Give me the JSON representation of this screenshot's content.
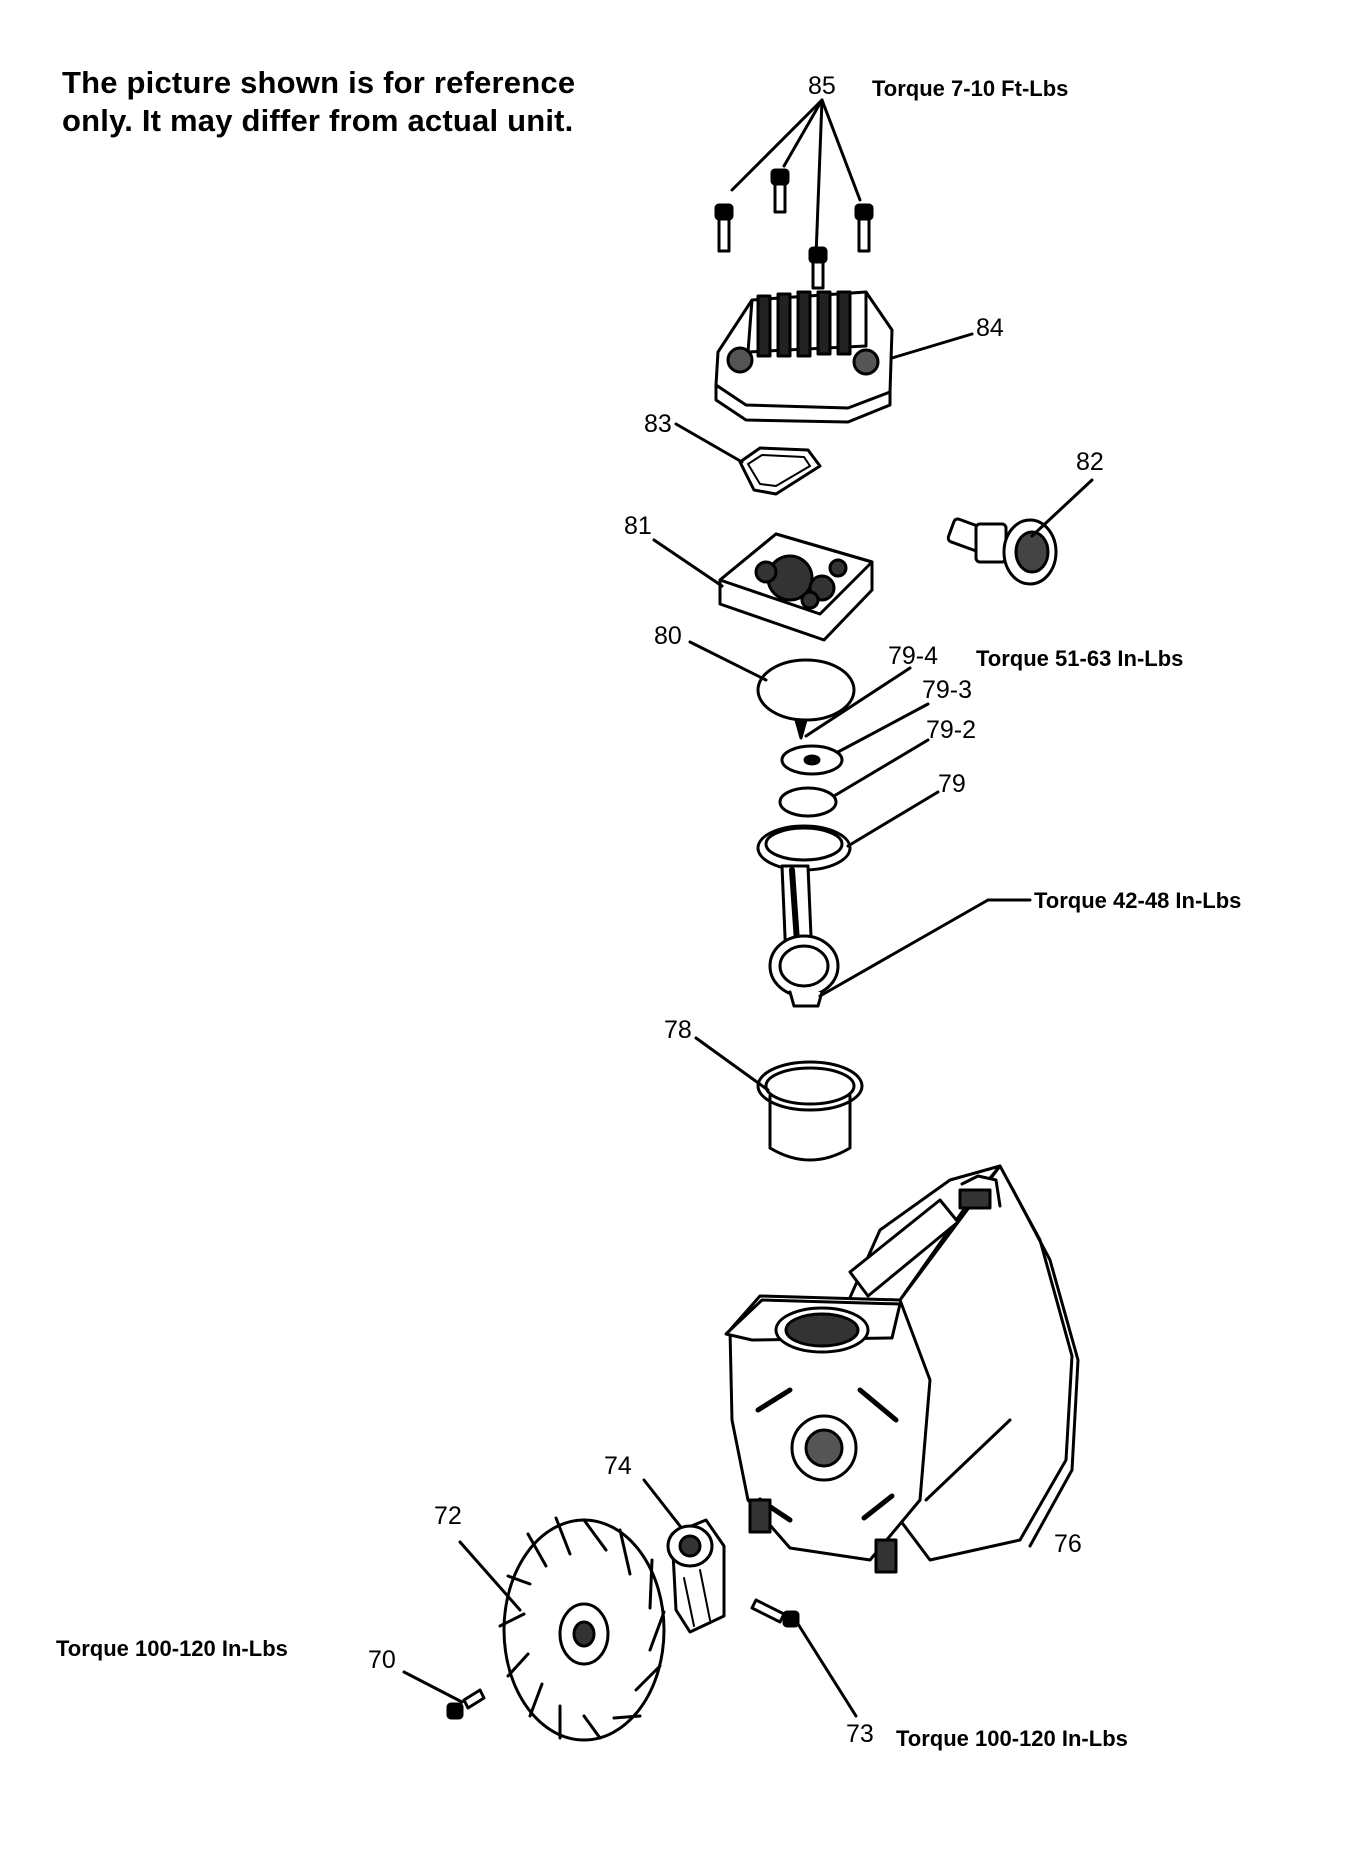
{
  "note": {
    "line1": "The picture shown is for reference",
    "line2": "only. It may differ from actual unit."
  },
  "parts": {
    "p85": "85",
    "p84": "84",
    "p83": "83",
    "p82": "82",
    "p81": "81",
    "p80": "80",
    "p79_4": "79-4",
    "p79_3": "79-3",
    "p79_2": "79-2",
    "p79": "79",
    "p78": "78",
    "p76": "76",
    "p74": "74",
    "p73": "73",
    "p72": "72",
    "p70": "70"
  },
  "torque": {
    "t85": "Torque 7-10 Ft-Lbs",
    "t79_4": "Torque 51-63 In-Lbs",
    "rod": "Torque 42-48 In-Lbs",
    "t73": "Torque 100-120 In-Lbs",
    "fan": "Torque 100-120 In-Lbs"
  }
}
